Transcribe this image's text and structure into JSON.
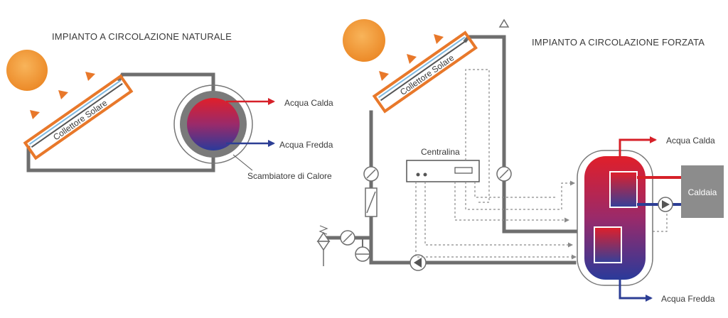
{
  "natural": {
    "title": "IMPIANTO A CIRCOLAZIONE NATURALE",
    "collector_label": "Collettore Solare",
    "hot_label": "Acqua Calda",
    "cold_label": "Acqua Fredda",
    "exchanger_label": "Scambiatore di Calore"
  },
  "forced": {
    "title": "IMPIANTO A CIRCOLAZIONE FORZATA",
    "collector_label": "Collettore Solare",
    "controller_label": "Centralina",
    "hot_label": "Acqua Calda",
    "cold_label": "Acqua Fredda",
    "boiler_label": "Caldaia"
  },
  "colors": {
    "sun": "#f29a3a",
    "collector": "#e8782a",
    "pipe": "#6e6e6e",
    "hot": "#d62028",
    "cold": "#2c3e95",
    "boiler": "#8c8c8c"
  }
}
